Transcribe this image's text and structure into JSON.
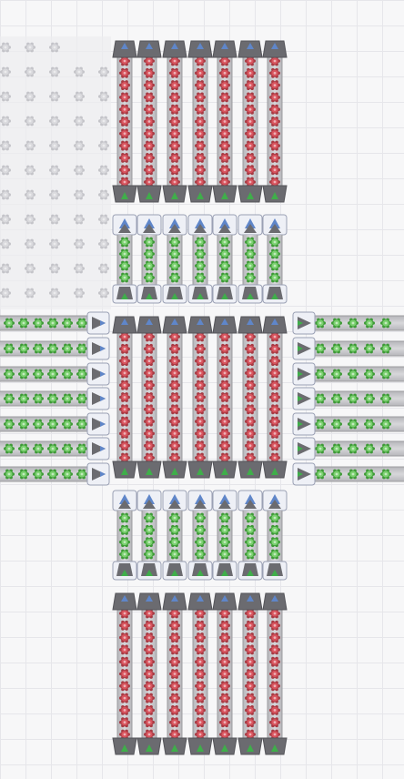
{
  "game": {
    "view": "factory-conveyor-grid",
    "colors": {
      "belt_track": "#c9c9cc",
      "belt_rail": "#9c9ca0",
      "splitter_body": "#6b6b70",
      "splitter_cap": "#55555a",
      "arrow_blue": "#5f86c9",
      "arrow_green": "#3fae4a",
      "item_red": "#d8545e",
      "item_red_dark": "#a83a43",
      "item_green": "#7ad06f",
      "item_green_dark": "#3d9a36",
      "item_ghost": "#c9c9ce",
      "grid_line": "#e6e6ea",
      "background": "#f7f7f8",
      "frame": "#9aa0b4",
      "frame_fill": "#eef0f6"
    },
    "vertical_stack": {
      "belt_count": 7,
      "segments": [
        {
          "kind": "belt",
          "item": "red",
          "items_per_belt": 11,
          "top_splitter": true,
          "bottom_splitter": true
        },
        {
          "kind": "framed-belt",
          "item": "green",
          "items_per_belt": 4,
          "head_arrow": "blue",
          "tail": "splitter"
        },
        {
          "kind": "belt",
          "item": "red",
          "items_per_belt": 11,
          "top_splitter": true,
          "bottom_splitter": true
        },
        {
          "kind": "framed-belt",
          "item": "green",
          "items_per_belt": 4,
          "head_arrow": "blue",
          "tail": "splitter"
        },
        {
          "kind": "belt",
          "item": "red",
          "items_per_belt": 11,
          "top_splitter": true,
          "bottom_splitter": true
        }
      ]
    },
    "side_belts": {
      "left": {
        "count": 7,
        "item": "green",
        "direction": "right",
        "items_per_belt": 6
      },
      "right": {
        "count": 7,
        "item": "green",
        "direction": "right",
        "items_per_belt": 5
      }
    },
    "ghost_area": {
      "item": "ghost-gear",
      "rows": 11,
      "cols": 5
    }
  }
}
